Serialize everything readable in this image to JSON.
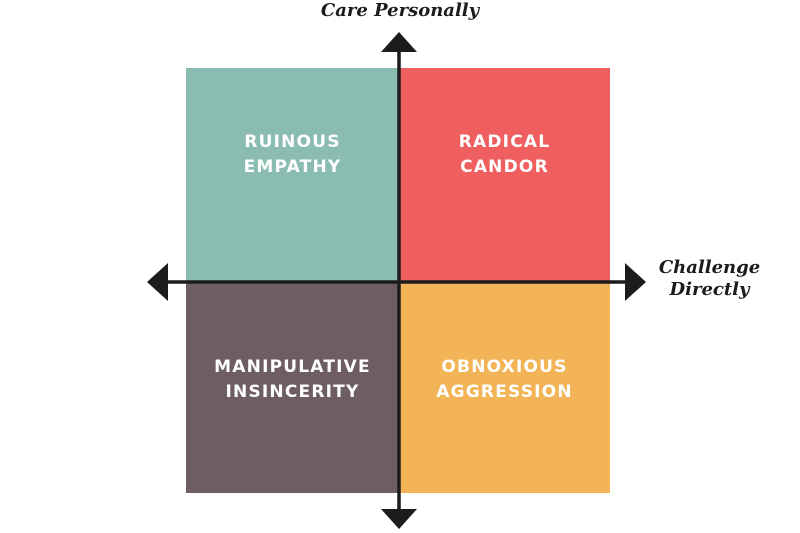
{
  "axes": {
    "y_label": "Care Personally",
    "x_label_line1": "Challenge",
    "x_label_line2": "Directly"
  },
  "quadrants": {
    "top_left": {
      "line1": "RUINOUS",
      "line2": "EMPATHY",
      "color": "#8BBCB2"
    },
    "top_right": {
      "line1": "RADICAL",
      "line2": "CANDOR",
      "color": "#EF5F5F"
    },
    "bottom_left": {
      "line1": "MANIPULATIVE",
      "line2": "INSINCERITY",
      "color": "#6E5E62"
    },
    "bottom_right": {
      "line1": "OBNOXIOUS",
      "line2": "AGGRESSION",
      "color": "#F2B457"
    }
  },
  "colors": {
    "axis": "#1c1c1c",
    "label_text": "#ffffff"
  }
}
